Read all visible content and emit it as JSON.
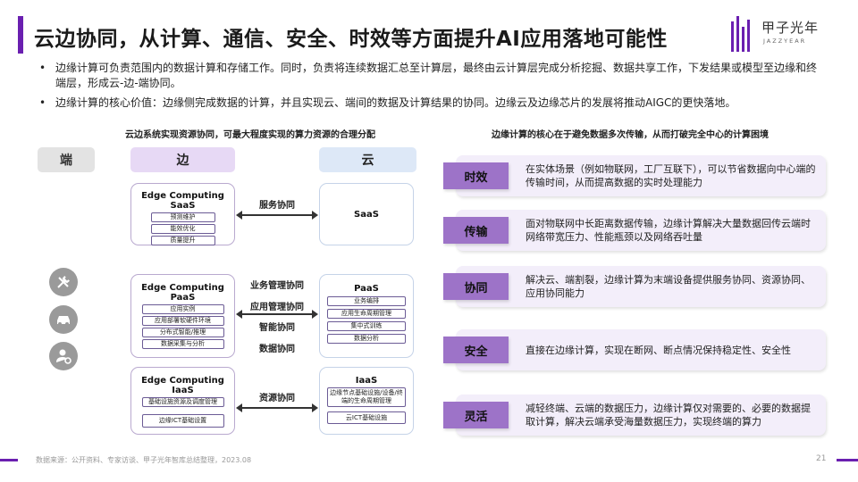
{
  "header": {
    "title": "云边协同，从计算、通信、安全、时效等方面提升AI应用落地可能性",
    "logo_cn": "甲子光年",
    "logo_en": "JAZZYEAR"
  },
  "bullets": [
    "边缘计算可负责范围内的数据计算和存储工作。同时，负责将连续数据汇总至计算层，最终由云计算层完成分析挖掘、数据共享工作，下发结果或模型至边缘和终端层，形成云-边-端协同。",
    "边缘计算的核心价值：边缘侧完成数据的计算，并且实现云、端间的数据及计算结果的协同。边缘云及边缘芯片的发展将推动AIGC的更快落地。"
  ],
  "left_panel": {
    "caption": "云边系统实现资源协同，可最大程度实现的算力资源的合理分配",
    "col_duan": "端",
    "col_bian": "边",
    "col_yun": "云",
    "edge_saas": {
      "title1": "Edge Computing",
      "title2": "SaaS",
      "chips": [
        "预测维护",
        "能效优化",
        "质量提升"
      ]
    },
    "edge_paas": {
      "title1": "Edge Computing",
      "title2": "PaaS",
      "chips": [
        "应用实例",
        "应用部署软硬件环境",
        "分布式智能/推理",
        "数据采集与分析"
      ]
    },
    "edge_iaas": {
      "title1": "Edge Computing",
      "title2": "IaaS",
      "chips": [
        "基础设施资源及调度管理",
        "边缘ICT基础设置"
      ]
    },
    "cloud_saas": {
      "title": "SaaS"
    },
    "cloud_paas": {
      "title": "PaaS",
      "chips": [
        "业务编排",
        "应用生命周期管理",
        "集中式训练",
        "数据分析"
      ]
    },
    "cloud_iaas": {
      "title": "IaaS",
      "chips": [
        "边缘节点基础设施/设备/终端的生命周期管理",
        "云ICT基础设施"
      ]
    },
    "links": {
      "service": "服务协同",
      "business": "业务管理协同",
      "app": "应用管理协同",
      "intel": "智能协同",
      "data": "数据协同",
      "resource": "资源协同"
    },
    "icons": [
      "tools-icon",
      "car-icon",
      "user-gear-icon"
    ]
  },
  "right_panel": {
    "caption": "边缘计算的核心在于避免数据多次传输，从而打破完全中心的计算困境",
    "features": [
      {
        "tag": "时效",
        "text": "在实体场景（例如物联网，工厂互联下），可以节省数据向中心端的传输时间，从而提高数据的实时处理能力"
      },
      {
        "tag": "传输",
        "text": "面对物联网中长距离数据传输，边缘计算解决大量数据回传云端时网络带宽压力、性能瓶颈以及网络吞吐量"
      },
      {
        "tag": "协同",
        "text": "解决云、端割裂，边缘计算为末端设备提供服务协同、资源协同、应用协同能力"
      },
      {
        "tag": "安全",
        "text": "直接在边缘计算，实现在断网、断点情况保持稳定性、安全性"
      },
      {
        "tag": "灵活",
        "text": "减轻终端、云端的数据压力，边缘计算仅对需要的、必要的数据提取计算，解决云端承受海量数据压力，实现终端的算力"
      }
    ]
  },
  "footer": {
    "source": "数据来源：公开资料、专家访谈、甲子光年智库总结整理，2023.08",
    "page": "21"
  },
  "colors": {
    "accent": "#6a1fb0",
    "tag": "#9d73c8",
    "card": "#f3eefa"
  }
}
